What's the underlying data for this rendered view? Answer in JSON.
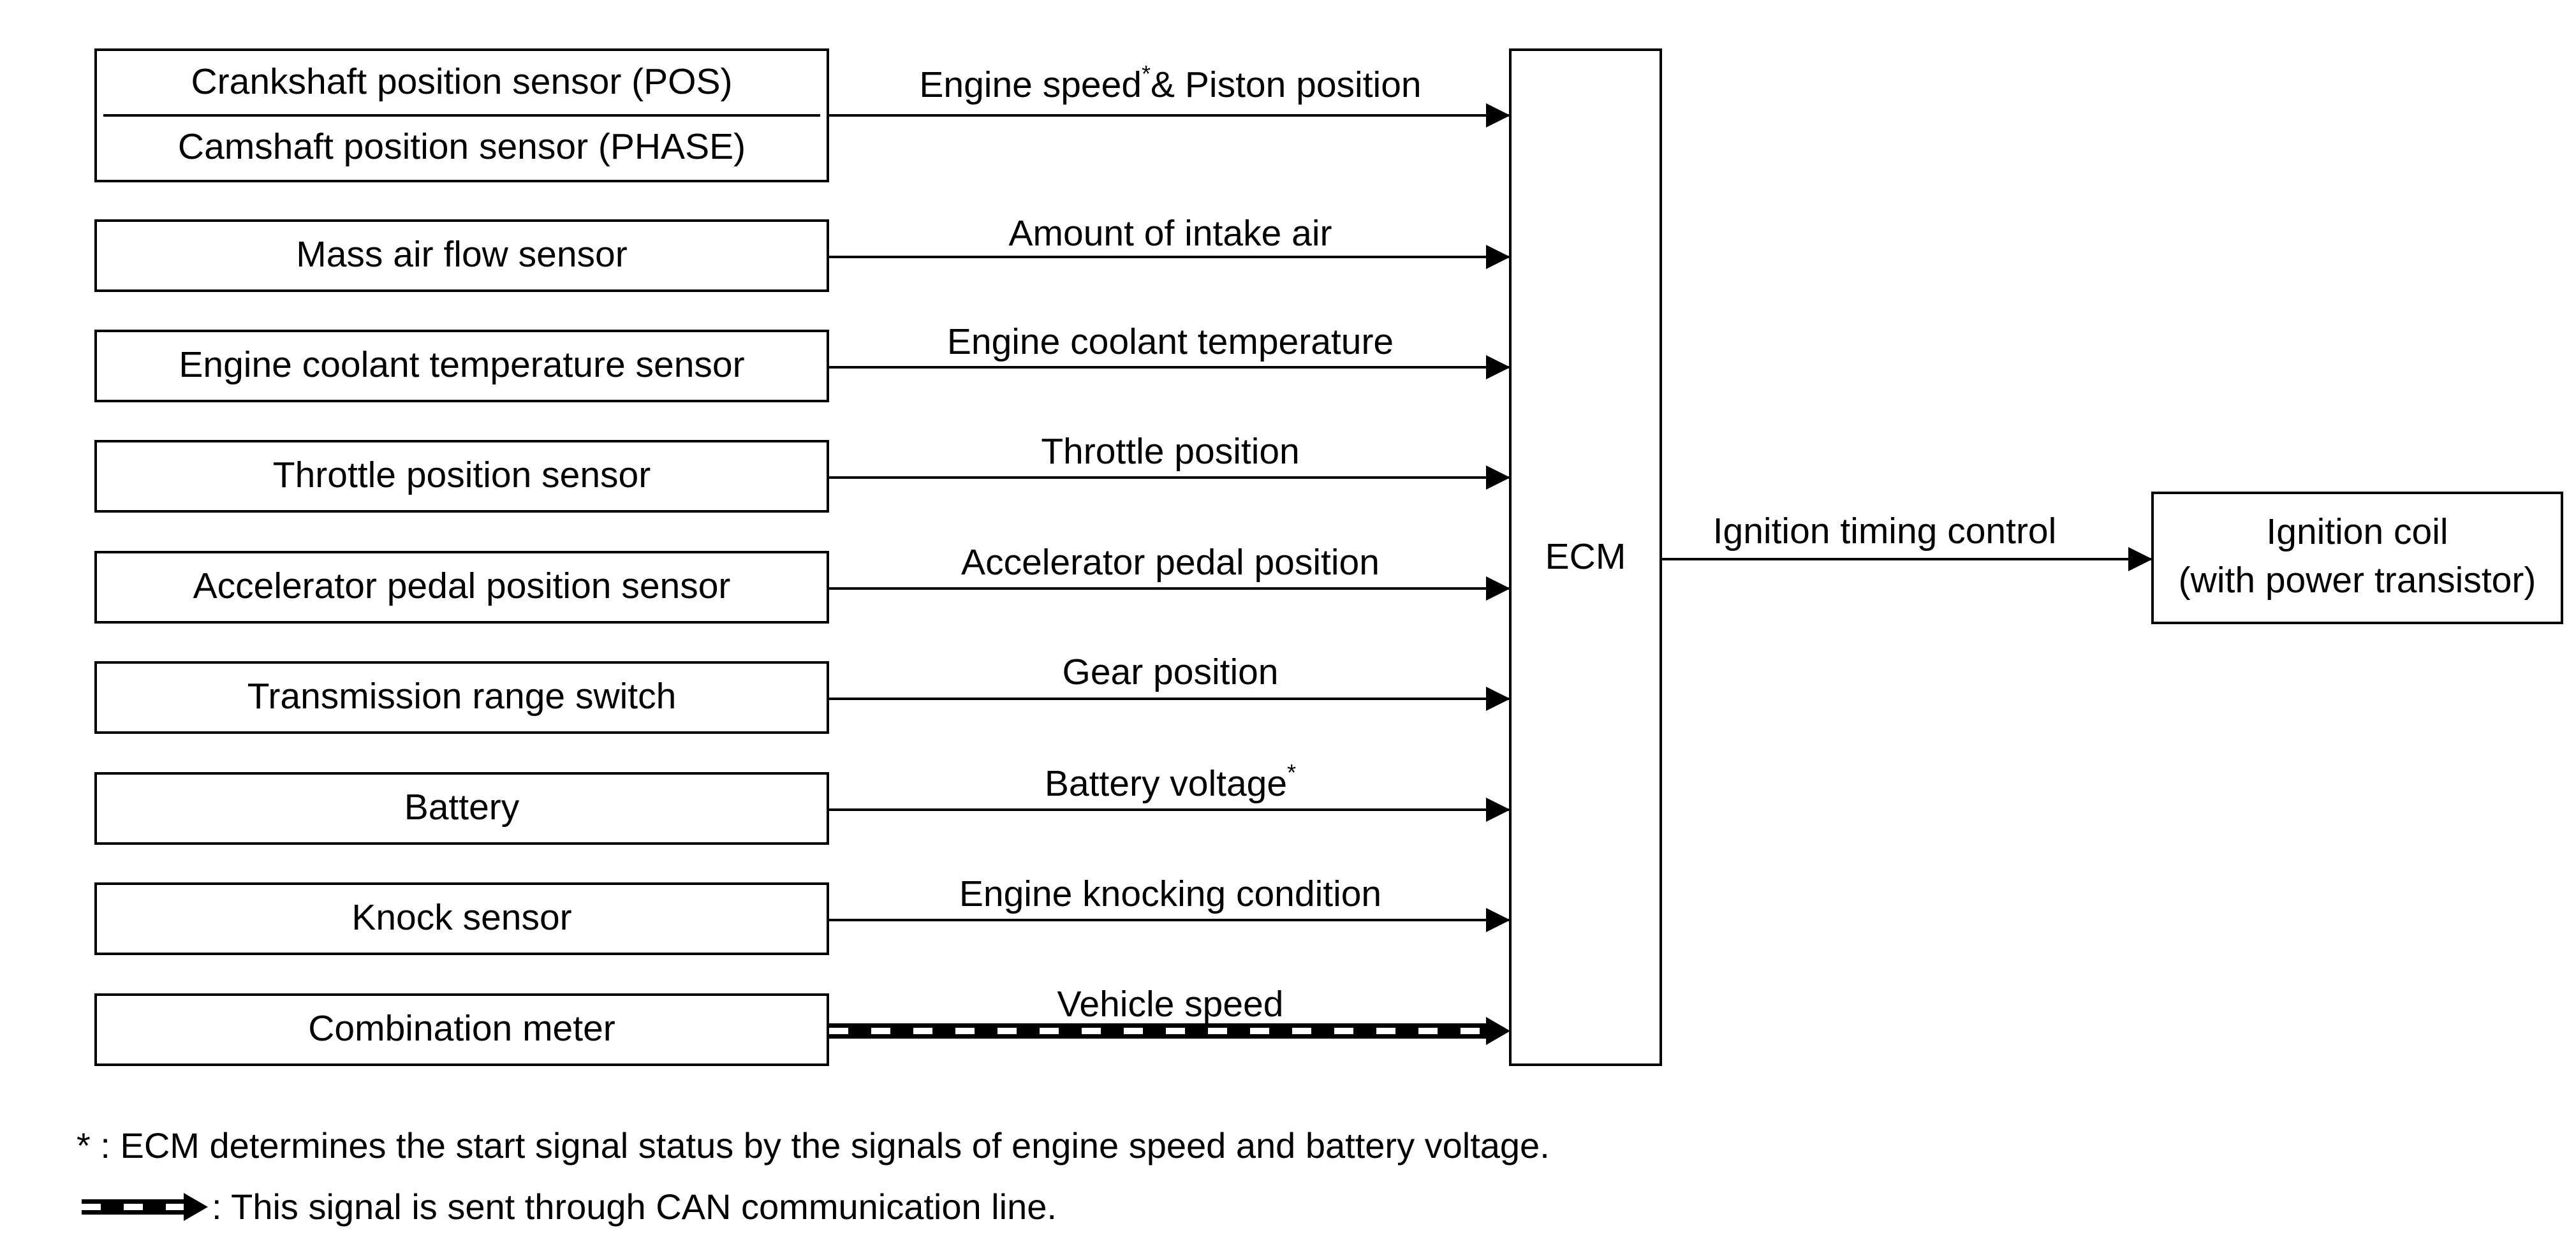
{
  "sensors": [
    {
      "label": "Crankshaft position sensor (POS)",
      "signal": "Engine speed",
      "signal_sup": "*",
      "signal_suffix": "& Piston position"
    },
    {
      "label": "Camshaft position sensor (PHASE)"
    },
    {
      "label": "Mass air flow sensor",
      "signal": "Amount of intake air"
    },
    {
      "label": "Engine coolant temperature sensor",
      "signal": "Engine coolant temperature"
    },
    {
      "label": "Throttle position sensor",
      "signal": "Throttle position"
    },
    {
      "label": "Accelerator pedal position sensor",
      "signal": "Accelerator pedal position"
    },
    {
      "label": "Transmission range switch",
      "signal": "Gear position"
    },
    {
      "label": "Battery",
      "signal": "Battery voltage",
      "signal_sup": "*"
    },
    {
      "label": "Knock sensor",
      "signal": "Engine knocking condition"
    },
    {
      "label": "Combination meter",
      "signal": "Vehicle speed",
      "can": true
    }
  ],
  "ecm": {
    "label": "ECM"
  },
  "output": {
    "signal": "Ignition timing control",
    "line1": "Ignition coil",
    "line2": "(with power transistor)"
  },
  "notes": {
    "asterisk_mark": "*",
    "asterisk_text": " : ECM determines the start signal status by the signals of engine speed and battery voltage.",
    "can_text": ": This signal is sent through CAN communication line."
  },
  "colors": {
    "line": "#000000",
    "background": "#ffffff"
  }
}
